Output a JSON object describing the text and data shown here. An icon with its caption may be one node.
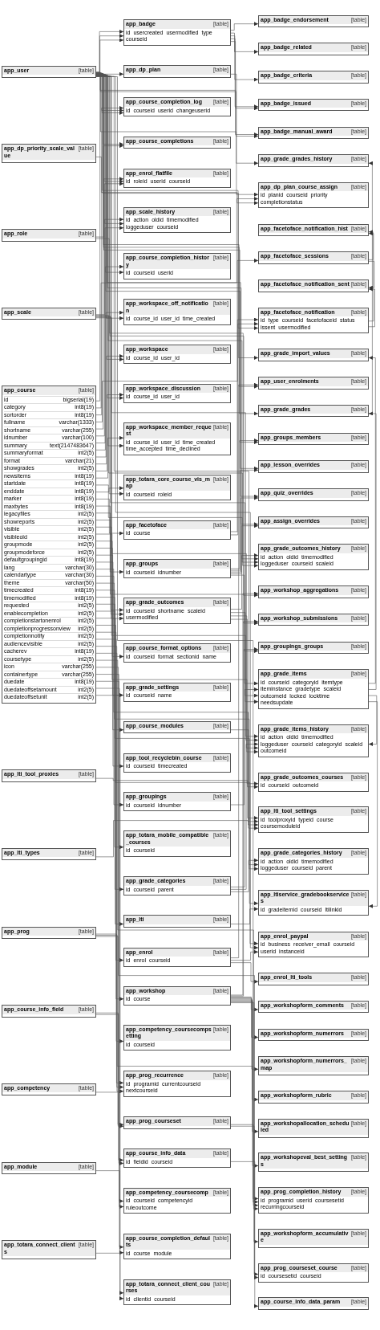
{
  "diagram": {
    "nodes": [
      {
        "text": [
          "app_user",
          "[table]"
        ]
      },
      {
        "text": [
          "app_badge_endorsement",
          "[table]"
        ]
      },
      {
        "text": [
          "app_badge",
          "[table]",
          "id",
          "usercreated",
          "usermodified",
          "type",
          "courseid"
        ]
      },
      {
        "text": [
          "app_badge_related",
          "[table]"
        ]
      },
      {
        "text": [
          "app_badge_criteria",
          "[table]"
        ]
      },
      {
        "text": [
          "app_badge_issued",
          "[table]"
        ]
      },
      {
        "text": [
          "app_badge_manual_award",
          "[table]"
        ]
      },
      {
        "text": [
          "app_grade_grades_history",
          "[table]"
        ]
      },
      {
        "text": [
          "app_dp_plan",
          "[table]"
        ]
      },
      {
        "text": [
          "app_dp_plan_course_assign",
          "[table]",
          "id",
          "planid",
          "courseid",
          "priority",
          "completionstatus"
        ]
      },
      {
        "text": [
          "app_dp_priority_scale_value",
          "[table]"
        ]
      },
      {
        "text": [
          "app_facetoface_notification_hist",
          "[table]"
        ]
      },
      {
        "text": [
          "app_facetoface_sessions",
          "[table]"
        ]
      },
      {
        "text": [
          "app_facetoface_notification_sent",
          "[table]"
        ]
      },
      {
        "text": [
          "app_course_completion_log",
          "[table]",
          "id",
          "courseid",
          "userid",
          "changeuserid"
        ]
      },
      {
        "text": [
          "app_facetoface_notification",
          "[table]",
          "id",
          "type",
          "courseid",
          "facetofaceid",
          "status",
          "issent",
          "usermodified"
        ]
      },
      {
        "text": [
          "app_grade_import_values",
          "[table]"
        ]
      },
      {
        "text": [
          "app_course_completions",
          "[table]"
        ]
      },
      {
        "text": [
          "app_user_enrolments",
          "[table]"
        ]
      },
      {
        "text": [
          "app_grade_grades",
          "[table]"
        ]
      },
      {
        "text": [
          "app_groups_members",
          "[table]"
        ]
      },
      {
        "text": [
          "app_role",
          "[table]"
        ]
      },
      {
        "text": [
          "app_enrol_flatfile",
          "[table]",
          "id",
          "roleid",
          "userid",
          "courseid"
        ]
      },
      {
        "text": [
          "app_scale_history",
          "[table]",
          "id",
          "action",
          "oldid",
          "timemodified",
          "loggeduser",
          "courseid"
        ]
      },
      {
        "text": [
          "app_course_completion_history",
          "[table]",
          "id",
          "courseid",
          "userid"
        ]
      },
      {
        "text": [
          "app_lesson_overrides",
          "[table]"
        ]
      },
      {
        "text": [
          "app_workspace_off_notification",
          "[table]",
          "id",
          "course_id",
          "user_id",
          "time_created"
        ]
      },
      {
        "text": [
          "app_workspace",
          "[table]",
          "id",
          "course_id",
          "user_id"
        ]
      },
      {
        "text": [
          "app_quiz_overrides",
          "[table]"
        ]
      },
      {
        "text": [
          "app_workspace_discussion",
          "[table]",
          "id",
          "course_id",
          "user_id"
        ]
      },
      {
        "text": [
          "app_assign_overrides",
          "[table]"
        ]
      },
      {
        "text": [
          "app_workspace_member_request",
          "[table]",
          "id",
          "course_id",
          "user_id",
          "time_created",
          "time_accepted",
          "time_declined"
        ]
      },
      {
        "text": [
          "app_grade_outcomes_history",
          "[table]",
          "id",
          "action",
          "oldid",
          "timemodified",
          "loggeduser",
          "courseid",
          "scaleid"
        ]
      },
      {
        "text": [
          "app_totara_core_course_vis_map",
          "[table]",
          "id",
          "courseid",
          "roleid"
        ]
      },
      {
        "text": [
          "app_facetoface",
          "[table]",
          "id",
          "course"
        ]
      },
      {
        "text": [
          "app_workshop_aggregations",
          "[table]"
        ]
      },
      {
        "text": [
          "app_workshop_submissions",
          "[table]"
        ]
      },
      {
        "text": [
          "app_groups",
          "[table]",
          "id",
          "courseid",
          "idnumber"
        ]
      },
      {
        "text": [
          "app_groupings_groups",
          "[table]"
        ]
      },
      {
        "text": [
          "app_scale",
          "[table]"
        ]
      },
      {
        "text": [
          "app_grade_items",
          "[table]",
          "id",
          "courseid",
          "categoryid",
          "itemtype",
          "iteminstance",
          "gradetype",
          "scaleid",
          "outcomeid",
          "locked",
          "locktime",
          "needsupdate"
        ]
      },
      {
        "text": [
          "app_grade_outcomes",
          "[table]",
          "id",
          "courseid",
          "shortname",
          "scaleid",
          "usermodified"
        ]
      },
      {
        "text": [
          "app_grade_items_history",
          "[table]",
          "id",
          "action",
          "oldid",
          "timemodified",
          "loggeduser",
          "courseid",
          "categoryid",
          "scaleid",
          "outcomeid"
        ]
      },
      {
        "text": [
          "app_grade_outcomes_courses",
          "[table]",
          "id",
          "courseid",
          "outcomeid"
        ]
      },
      {
        "text": [
          "app_course_format_options",
          "[table]",
          "id",
          "courseid",
          "format",
          "sectionid",
          "name"
        ]
      },
      {
        "text": [
          "app_course",
          "[table]",
          "id",
          "bigserial(19)",
          "category",
          "int8(19)",
          "sortorder",
          "int8(19)",
          "fullname",
          "varchar(1333)",
          "shortname",
          "varchar(255)",
          "idnumber",
          "varchar(100)",
          "summary",
          "text(2147483647)",
          "summaryformat",
          "int2(5)",
          "format",
          "varchar(21)",
          "showgrades",
          "int2(5)",
          "newsitems",
          "int8(19)",
          "startdate",
          "int8(19)",
          "enddate",
          "int8(19)",
          "marker",
          "int8(19)",
          "maxbytes",
          "int8(19)",
          "legacyfiles",
          "int2(5)",
          "showreports",
          "int2(5)",
          "visible",
          "int2(5)",
          "visibleold",
          "int2(5)",
          "groupmode",
          "int2(5)",
          "groupmodeforce",
          "int2(5)",
          "defaultgroupingid",
          "int8(19)",
          "lang",
          "varchar(30)",
          "calendartype",
          "varchar(30)",
          "theme",
          "varchar(50)",
          "timecreated",
          "int8(19)",
          "timemodified",
          "int8(19)",
          "requested",
          "int2(5)",
          "enablecompletion",
          "int2(5)",
          "completionstartonenrol",
          "int2(5)",
          "completionprogressonview",
          "int2(5)",
          "completionnotify",
          "int2(5)",
          "audiencevisible",
          "int2(5)",
          "cacherev",
          "int8(19)",
          "coursetype",
          "int2(5)",
          "icon",
          "varchar(255)",
          "containertype",
          "varchar(255)",
          "duedate",
          "int8(19)",
          "duedateoffsetamount",
          "int2(5)",
          "duedateoffsetunit",
          "int2(5)"
        ]
      },
      {
        "text": [
          "app_grade_settings",
          "[table]",
          "id",
          "courseid",
          "name"
        ]
      },
      {
        "text": [
          "app_course_modules",
          "[table]"
        ]
      },
      {
        "text": [
          "app_lti_tool_proxies",
          "[table]"
        ]
      },
      {
        "text": [
          "app_tool_recyclebin_course",
          "[table]",
          "id",
          "courseid",
          "timecreated"
        ]
      },
      {
        "text": [
          "app_lti_types",
          "[table]"
        ]
      },
      {
        "text": [
          "app_lti_tool_settings",
          "[table]",
          "id",
          "toolproxyid",
          "typeid",
          "course",
          "coursemoduleid"
        ]
      },
      {
        "text": [
          "app_groupings",
          "[table]",
          "id",
          "courseid",
          "idnumber"
        ]
      },
      {
        "text": [
          "app_grade_categories_history",
          "[table]",
          "id",
          "action",
          "oldid",
          "timemodified",
          "loggeduser",
          "courseid",
          "parent"
        ]
      },
      {
        "text": [
          "app_totara_mobile_compatible_courses",
          "[table]",
          "id",
          "courseid"
        ]
      },
      {
        "text": [
          "app_ltiservice_gradebookservices",
          "[table]",
          "id",
          "gradeitemid",
          "courseid",
          "ltilinkid"
        ]
      },
      {
        "text": [
          "app_grade_categories",
          "[table]",
          "id",
          "courseid",
          "parent"
        ]
      },
      {
        "text": [
          "app_lti",
          "[table]"
        ]
      },
      {
        "text": [
          "app_enrol_paypal",
          "[table]",
          "id",
          "business",
          "receiver_email",
          "courseid",
          "userid",
          "instanceid"
        ]
      },
      {
        "text": [
          "app_enrol",
          "[table]",
          "id",
          "enrol",
          "courseid"
        ]
      },
      {
        "text": [
          "app_enrol_lti_tools",
          "[table]"
        ]
      },
      {
        "text": [
          "app_workshop",
          "[table]",
          "id",
          "course"
        ]
      },
      {
        "text": [
          "app_workshopform_comments",
          "[table]"
        ]
      },
      {
        "text": [
          "app_workshopform_numerrors",
          "[table]"
        ]
      },
      {
        "text": [
          "app_competency_coursecompsetting",
          "[table]",
          "id",
          "courseid"
        ]
      },
      {
        "text": [
          "app_workshopform_numerrors_map",
          "[table]"
        ]
      },
      {
        "text": [
          "app_prog_recurrence",
          "[table]",
          "id",
          "programid",
          "currentcourseid",
          "nextcourseid"
        ]
      },
      {
        "text": [
          "app_workshopform_rubric",
          "[table]"
        ]
      },
      {
        "text": [
          "app_workshopallocation_scheduled",
          "[table]"
        ]
      },
      {
        "text": [
          "app_prog",
          "[table]"
        ]
      },
      {
        "text": [
          "app_workshopeval_best_settings",
          "[table]"
        ]
      },
      {
        "text": [
          "app_prog_completion_history",
          "[table]",
          "id",
          "programid",
          "userid",
          "coursesetid",
          "recurringcourseid"
        ]
      },
      {
        "text": [
          "app_workshopform_accumulative",
          "[table]"
        ]
      },
      {
        "text": [
          "app_course_info_field",
          "[table]"
        ]
      },
      {
        "text": [
          "app_prog_courseset",
          "[table]"
        ]
      },
      {
        "text": [
          "app_prog_courseset_course",
          "[table]",
          "id",
          "coursesetid",
          "courseid"
        ]
      },
      {
        "text": [
          "app_course_info_data",
          "[table]",
          "id",
          "fieldid",
          "courseid"
        ]
      },
      {
        "text": [
          "app_course_info_data_param",
          "[table]"
        ]
      },
      {
        "text": [
          "app_competency",
          "[table]"
        ]
      },
      {
        "text": [
          "app_competency_coursecomp",
          "[table]",
          "id",
          "courseid",
          "competencyid",
          "ruleoutcome"
        ]
      },
      {
        "text": [
          "app_module",
          "[table]"
        ]
      },
      {
        "text": [
          "app_course_completion_defaults",
          "[table]",
          "id",
          "course",
          "module"
        ]
      },
      {
        "text": [
          "app_totara_connect_clients",
          "[table]"
        ]
      },
      {
        "text": [
          "app_totara_connect_client_courses",
          "[table]",
          "id",
          "clientid",
          "courseid"
        ]
      }
    ],
    "edges": [
      {
        "from": 0,
        "to": 2,
        "arrow": "to"
      },
      {
        "from": 0,
        "to": 2,
        "arrow": "to"
      },
      {
        "from": 45,
        "to": 2,
        "arrow": "to"
      },
      {
        "from": 2,
        "to": 1,
        "arrow": "to"
      },
      {
        "from": 2,
        "to": 3,
        "arrow": "to"
      },
      {
        "from": 2,
        "to": 4,
        "arrow": "to"
      },
      {
        "from": 2,
        "to": 5,
        "arrow": "to"
      },
      {
        "from": 2,
        "to": 6,
        "arrow": "to"
      },
      {
        "from": 0,
        "to": 5,
        "arrow": "to"
      },
      {
        "from": 0,
        "to": 6,
        "arrow": "to"
      },
      {
        "from": 0,
        "to": 7,
        "arrow": "to"
      },
      {
        "from": 19,
        "to": 7,
        "arrow": "to"
      },
      {
        "from": 0,
        "to": 8,
        "arrow": "to"
      },
      {
        "from": 8,
        "to": 9,
        "arrow": "to"
      },
      {
        "from": 45,
        "to": 9,
        "arrow": "to"
      },
      {
        "from": 10,
        "to": 9,
        "arrow": "to"
      },
      {
        "from": 12,
        "to": 11,
        "arrow": "to"
      },
      {
        "from": 15,
        "to": 11,
        "arrow": "to"
      },
      {
        "from": 12,
        "to": 13,
        "arrow": "to"
      },
      {
        "from": 15,
        "to": 13,
        "arrow": "to"
      },
      {
        "from": 34,
        "to": 12,
        "arrow": "to"
      },
      {
        "from": 45,
        "to": 14,
        "arrow": "to"
      },
      {
        "from": 0,
        "to": 14,
        "arrow": "to"
      },
      {
        "from": 0,
        "to": 14,
        "arrow": "to"
      },
      {
        "from": 45,
        "to": 15,
        "arrow": "to"
      },
      {
        "from": 34,
        "to": 15,
        "arrow": "to"
      },
      {
        "from": 0,
        "to": 15,
        "arrow": "to"
      },
      {
        "from": 40,
        "to": 16,
        "arrow": "to"
      },
      {
        "from": 0,
        "to": 16,
        "arrow": "to"
      },
      {
        "from": 0,
        "to": 17,
        "arrow": "to"
      },
      {
        "from": 45,
        "to": 17,
        "arrow": "to"
      },
      {
        "from": 59,
        "to": 18,
        "arrow": "to"
      },
      {
        "from": 0,
        "to": 18,
        "arrow": "to"
      },
      {
        "from": 40,
        "to": 19,
        "arrow": "to"
      },
      {
        "from": 0,
        "to": 19,
        "arrow": "to"
      },
      {
        "from": 37,
        "to": 20,
        "arrow": "to"
      },
      {
        "from": 0,
        "to": 20,
        "arrow": "to"
      },
      {
        "from": 21,
        "to": 22,
        "arrow": "to"
      },
      {
        "from": 0,
        "to": 22,
        "arrow": "to"
      },
      {
        "from": 45,
        "to": 22,
        "arrow": "to"
      },
      {
        "from": 39,
        "to": 23,
        "arrow": "to"
      },
      {
        "from": 0,
        "to": 23,
        "arrow": "to"
      },
      {
        "from": 45,
        "to": 23,
        "arrow": "to"
      },
      {
        "from": 45,
        "to": 24,
        "arrow": "to"
      },
      {
        "from": 0,
        "to": 24,
        "arrow": "to"
      },
      {
        "from": 0,
        "to": 25,
        "arrow": "to"
      },
      {
        "from": 37,
        "to": 25,
        "arrow": "to"
      },
      {
        "from": 45,
        "to": 26,
        "arrow": "to"
      },
      {
        "from": 0,
        "to": 26,
        "arrow": "to"
      },
      {
        "from": 45,
        "to": 27,
        "arrow": "to"
      },
      {
        "from": 0,
        "to": 27,
        "arrow": "to"
      },
      {
        "from": 0,
        "to": 28,
        "arrow": "to"
      },
      {
        "from": 37,
        "to": 28,
        "arrow": "to"
      },
      {
        "from": 45,
        "to": 29,
        "arrow": "to"
      },
      {
        "from": 0,
        "to": 29,
        "arrow": "to"
      },
      {
        "from": 0,
        "to": 30,
        "arrow": "to"
      },
      {
        "from": 37,
        "to": 30,
        "arrow": "to"
      },
      {
        "from": 45,
        "to": 31,
        "arrow": "to"
      },
      {
        "from": 0,
        "to": 31,
        "arrow": "to"
      },
      {
        "from": 41,
        "to": 32,
        "arrow": "to"
      },
      {
        "from": 0,
        "to": 32,
        "arrow": "to"
      },
      {
        "from": 45,
        "to": 32,
        "arrow": "to"
      },
      {
        "from": 39,
        "to": 32,
        "arrow": "to"
      },
      {
        "from": 45,
        "to": 33,
        "arrow": "to"
      },
      {
        "from": 21,
        "to": 33,
        "arrow": "to"
      },
      {
        "from": 45,
        "to": 34,
        "arrow": "to"
      },
      {
        "from": 61,
        "to": 35,
        "arrow": "to"
      },
      {
        "from": 0,
        "to": 35,
        "arrow": "to"
      },
      {
        "from": 61,
        "to": 36,
        "arrow": "to"
      },
      {
        "from": 0,
        "to": 36,
        "arrow": "to"
      },
      {
        "from": 45,
        "to": 37,
        "arrow": "to"
      },
      {
        "from": 52,
        "to": 38,
        "arrow": "to"
      },
      {
        "from": 37,
        "to": 38,
        "arrow": "to"
      },
      {
        "from": 45,
        "to": 40,
        "arrow": "to"
      },
      {
        "from": 56,
        "to": 40,
        "arrow": "to"
      },
      {
        "from": 39,
        "to": 40,
        "arrow": "to"
      },
      {
        "from": 41,
        "to": 40,
        "arrow": "to"
      },
      {
        "from": 45,
        "to": 41,
        "arrow": "to"
      },
      {
        "from": 39,
        "to": 41,
        "arrow": "to"
      },
      {
        "from": 0,
        "to": 41,
        "arrow": "to"
      },
      {
        "from": 40,
        "to": 42,
        "arrow": "to"
      },
      {
        "from": 0,
        "to": 42,
        "arrow": "to"
      },
      {
        "from": 45,
        "to": 42,
        "arrow": "to"
      },
      {
        "from": 56,
        "to": 42,
        "arrow": "to"
      },
      {
        "from": 39,
        "to": 42,
        "arrow": "to"
      },
      {
        "from": 41,
        "to": 42,
        "arrow": "to"
      },
      {
        "from": 45,
        "to": 43,
        "arrow": "to"
      },
      {
        "from": 41,
        "to": 43,
        "arrow": "to"
      },
      {
        "from": 45,
        "to": 44,
        "arrow": "to"
      },
      {
        "from": 45,
        "to": 46,
        "arrow": "to"
      },
      {
        "from": 45,
        "to": 47,
        "arrow": "to"
      },
      {
        "from": 45,
        "to": 49,
        "arrow": "to"
      },
      {
        "from": 48,
        "to": 51,
        "arrow": "to"
      },
      {
        "from": 50,
        "to": 51,
        "arrow": "to"
      },
      {
        "from": 45,
        "to": 51,
        "arrow": "to"
      },
      {
        "from": 47,
        "to": 51,
        "arrow": "to"
      },
      {
        "from": 45,
        "to": 52,
        "arrow": "to"
      },
      {
        "from": 56,
        "to": 53,
        "arrow": "to"
      },
      {
        "from": 0,
        "to": 53,
        "arrow": "to"
      },
      {
        "from": 45,
        "to": 53,
        "arrow": "to"
      },
      {
        "from": 45,
        "to": 54,
        "arrow": "to"
      },
      {
        "from": 40,
        "to": 55,
        "arrow": "to"
      },
      {
        "from": 45,
        "to": 55,
        "arrow": "to"
      },
      {
        "from": 57,
        "to": 55,
        "arrow": "to"
      },
      {
        "from": 45,
        "to": 56,
        "arrow": "to"
      },
      {
        "from": 45,
        "to": 57,
        "arrow": "to"
      },
      {
        "from": 45,
        "to": 58,
        "arrow": "to"
      },
      {
        "from": 0,
        "to": 58,
        "arrow": "to"
      },
      {
        "from": 59,
        "to": 58,
        "arrow": "to"
      },
      {
        "from": 45,
        "to": 59,
        "arrow": "to"
      },
      {
        "from": 59,
        "to": 60,
        "arrow": "to"
      },
      {
        "from": 45,
        "to": 61,
        "arrow": "to"
      },
      {
        "from": 61,
        "to": 62,
        "arrow": "to"
      },
      {
        "from": 61,
        "to": 63,
        "arrow": "to"
      },
      {
        "from": 45,
        "to": 64,
        "arrow": "to"
      },
      {
        "from": 61,
        "to": 65,
        "arrow": "to"
      },
      {
        "from": 69,
        "to": 66,
        "arrow": "to"
      },
      {
        "from": 45,
        "to": 66,
        "arrow": "to"
      },
      {
        "from": 45,
        "to": 66,
        "arrow": "to"
      },
      {
        "from": 61,
        "to": 67,
        "arrow": "to"
      },
      {
        "from": 61,
        "to": 68,
        "arrow": "to"
      },
      {
        "from": 61,
        "to": 70,
        "arrow": "to"
      },
      {
        "from": 69,
        "to": 71,
        "arrow": "to"
      },
      {
        "from": 0,
        "to": 71,
        "arrow": "to"
      },
      {
        "from": 74,
        "to": 71,
        "arrow": "to"
      },
      {
        "from": 45,
        "to": 71,
        "arrow": "to"
      },
      {
        "from": 61,
        "to": 72,
        "arrow": "to"
      },
      {
        "from": 69,
        "to": 74,
        "arrow": "to"
      },
      {
        "from": 73,
        "to": 74,
        "arrow": "to"
      },
      {
        "from": 74,
        "to": 75,
        "arrow": "to"
      },
      {
        "from": 45,
        "to": 75,
        "arrow": "to"
      },
      {
        "from": 73,
        "to": 76,
        "arrow": "to"
      },
      {
        "from": 45,
        "to": 76,
        "arrow": "to"
      },
      {
        "from": 76,
        "to": 77,
        "arrow": "to"
      },
      {
        "from": 45,
        "to": 79,
        "arrow": "to"
      },
      {
        "from": 78,
        "to": 79,
        "arrow": "to"
      },
      {
        "from": 45,
        "to": 81,
        "arrow": "to"
      },
      {
        "from": 80,
        "to": 81,
        "arrow": "to"
      },
      {
        "from": 82,
        "to": 83,
        "arrow": "to"
      },
      {
        "from": 45,
        "to": 83,
        "arrow": "to"
      }
    ]
  }
}
